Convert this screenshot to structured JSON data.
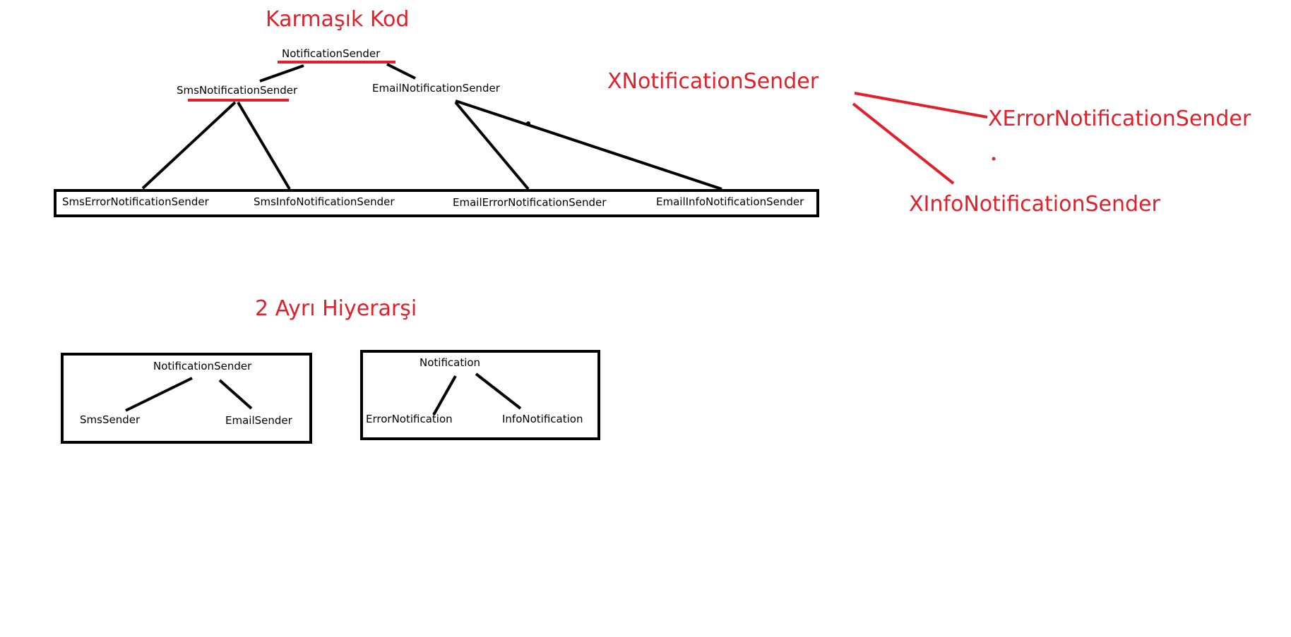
{
  "colors": {
    "ink": "#000000",
    "accent": "#e0202a",
    "background": "#ffffff"
  },
  "complex": {
    "title": "Karmaşık Kod",
    "root": "NotificationSender",
    "sms_parent": "SmsNotificationSender",
    "email_parent": "EmailNotificationSender",
    "leaves": {
      "sms_error": "SmsErrorNotificationSender",
      "sms_info": "SmsInfoNotificationSender",
      "email_error": "EmailErrorNotificationSender",
      "email_info": "EmailInfoNotificationSender"
    }
  },
  "x_hierarchy": {
    "parent": "XNotificationSender",
    "error_child": "XErrorNotificationSender",
    "info_child": "XInfoNotificationSender"
  },
  "separate": {
    "title": "2 Ayrı Hiyerarşi",
    "sender_tree": {
      "root": "NotificationSender",
      "left": "SmsSender",
      "right": "EmailSender"
    },
    "notification_tree": {
      "root": "Notification",
      "left": "ErrorNotification",
      "right": "InfoNotification"
    }
  }
}
